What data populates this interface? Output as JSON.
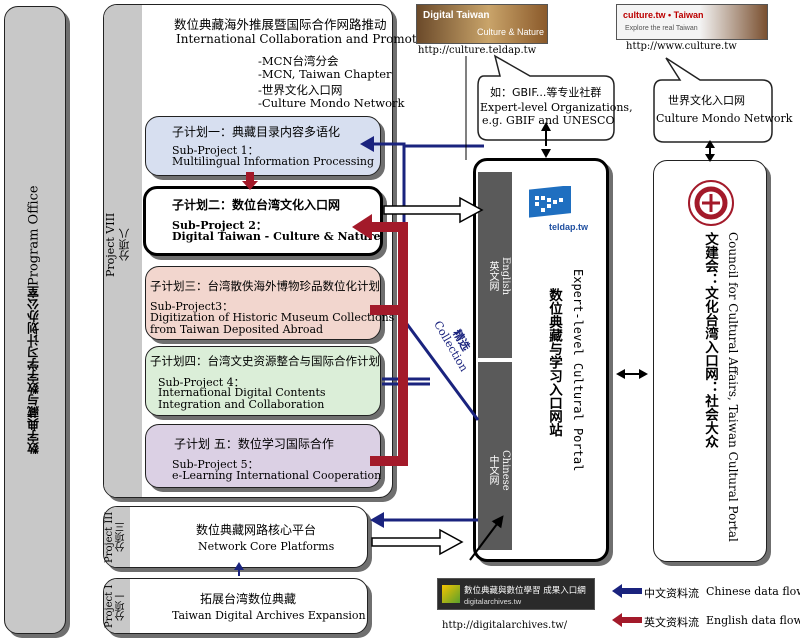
{
  "program_office": {
    "zh": "数字典藏与数字学习计划办公室",
    "en": "Program Office"
  },
  "project8": {
    "en": "Project VIII",
    "zh": "分项八"
  },
  "project3": {
    "en": "Project III",
    "zh": "分项三"
  },
  "project1": {
    "en": "Project I",
    "zh": "分项一"
  },
  "header": {
    "zh": "数位典藏海外推展暨国际合作网路推动",
    "en": "International Collaboration and Promotion",
    "lines": [
      "-MCN台湾分会",
      "-MCN, Taiwan Chapter",
      "-世界文化入口网",
      "-Culture Mondo Network"
    ]
  },
  "sub1": {
    "zh": "子计划一：典藏目录内容多语化",
    "en1": "Sub-Project 1：",
    "en2": "Multilingual Information Processing",
    "color": "#d7dff0"
  },
  "sub2": {
    "zh": "子计划二：数位台湾文化入口网",
    "en1": "Sub-Project 2：",
    "en2": "Digital Taiwan - Culture & Nature",
    "color": "#ffffff"
  },
  "sub3": {
    "zh": "子计划三：台湾散佚海外博物珍品数位化计划",
    "en1": "Sub-Project3：",
    "en2": "Digitization of Historic Museum Collections",
    "en3": "from Taiwan Deposited Abroad",
    "color": "#f2d6ce"
  },
  "sub4": {
    "zh": "子计划四：台湾文史资源整合与国际合作计划",
    "en1": "Sub-Project 4：",
    "en2": "International Digital Contents",
    "en3": "Integration and Collaboration",
    "color": "#dbeed8"
  },
  "sub5": {
    "zh": "子计划 五：数位学习国际合作",
    "en1": "Sub-Project 5：",
    "en2": "e-Learning International Cooperation",
    "color": "#dbd0e4"
  },
  "core": {
    "zh": "数位典藏网路核心平台",
    "en": "Network Core Platforms"
  },
  "expansion": {
    "zh": "拓展台湾数位典藏",
    "en": "Taiwan Digital Archives Expansion"
  },
  "url_teldap": "http://culture.teldap.tw",
  "url_culture": "http://www.culture.tw",
  "url_digital": "http://digitalarchives.tw/",
  "thumb_teldap": {
    "title": "Digital Taiwan",
    "sub": "Culture & Nature"
  },
  "thumb_culture": {
    "title": "culture.tw • Taiwan",
    "sub": "Explore the real Taiwan"
  },
  "thumb_digital": {
    "title": "數位典藏與數位學習 成果入口網",
    "sub": "digitalarchives.tw"
  },
  "expert_callout": {
    "l1": "如：GBIF...等专业社群",
    "l2": "Expert-level Organizations,",
    "l3": "e.g. GBIF and UNESCO"
  },
  "mondo_callout": {
    "l1": "世界文化入口网",
    "l2": "Culture Mondo Network"
  },
  "portal": {
    "english_en": "English",
    "english_zh": "英文网",
    "chinese_en": "Chinese",
    "chinese_zh": "中文网",
    "zh": "数位典藏与学习入口网站",
    "en": "Expert-level Cultural Portal",
    "logo": "teldap.tw"
  },
  "cca": {
    "zh": "文建会：文化台湾入口网：社会大众",
    "en": "Council for Cultural Affairs, Taiwan Cultural Portal"
  },
  "collection": {
    "zh": "精选",
    "en": "Collection"
  },
  "legend": {
    "zh_flow_zh": "中文资料流",
    "zh_flow_en": "Chinese data flow",
    "en_flow_zh": "英文资料流",
    "en_flow_en": "English data flow"
  },
  "colors": {
    "blue": "#1a237e",
    "red": "#a31a2a"
  }
}
